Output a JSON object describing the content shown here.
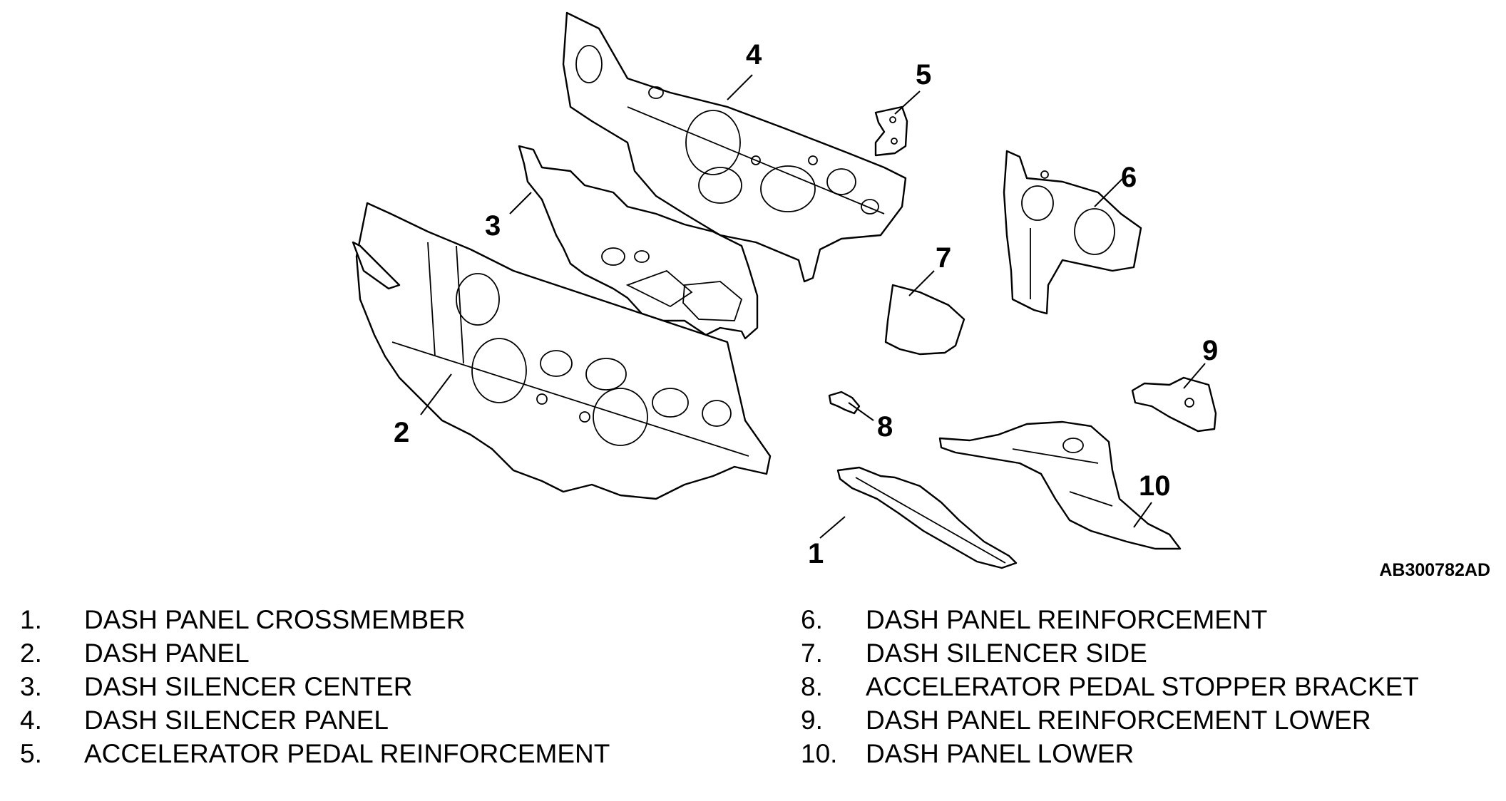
{
  "figure_code": "AB300782AD",
  "callouts": [
    "1",
    "2",
    "3",
    "4",
    "5",
    "6",
    "7",
    "8",
    "9",
    "10"
  ],
  "legend_left": [
    {
      "num": "1.",
      "text": "DASH PANEL CROSSMEMBER"
    },
    {
      "num": "2.",
      "text": "DASH PANEL"
    },
    {
      "num": "3.",
      "text": "DASH SILENCER CENTER"
    },
    {
      "num": "4.",
      "text": "DASH SILENCER PANEL"
    },
    {
      "num": "5.",
      "text": "ACCELERATOR PEDAL REINFORCEMENT"
    }
  ],
  "legend_right": [
    {
      "num": "6.",
      "text": "DASH PANEL REINFORCEMENT"
    },
    {
      "num": "7.",
      "text": "DASH SILENCER SIDE"
    },
    {
      "num": "8.",
      "text": "ACCELERATOR PEDAL STOPPER BRACKET"
    },
    {
      "num": "9.",
      "text": "DASH PANEL REINFORCEMENT LOWER"
    },
    {
      "num": "10.",
      "text": "DASH PANEL LOWER"
    }
  ]
}
